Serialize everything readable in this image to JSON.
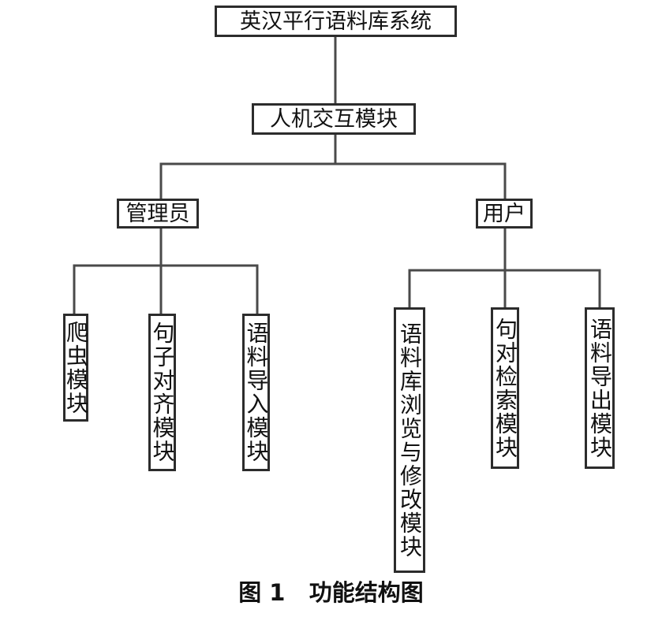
{
  "diagram": {
    "root": "英汉平行语料库系统",
    "interface": "人机交互模块",
    "roles": {
      "admin": {
        "label": "管理员",
        "modules": [
          "爬虫模块",
          "句子对齐模块",
          "语料导入模块"
        ]
      },
      "user": {
        "label": "用户",
        "modules": [
          "语料库浏览与修改模块",
          "句对检索模块",
          "语料导出模块"
        ]
      }
    },
    "caption": "图 1   功能结构图"
  }
}
